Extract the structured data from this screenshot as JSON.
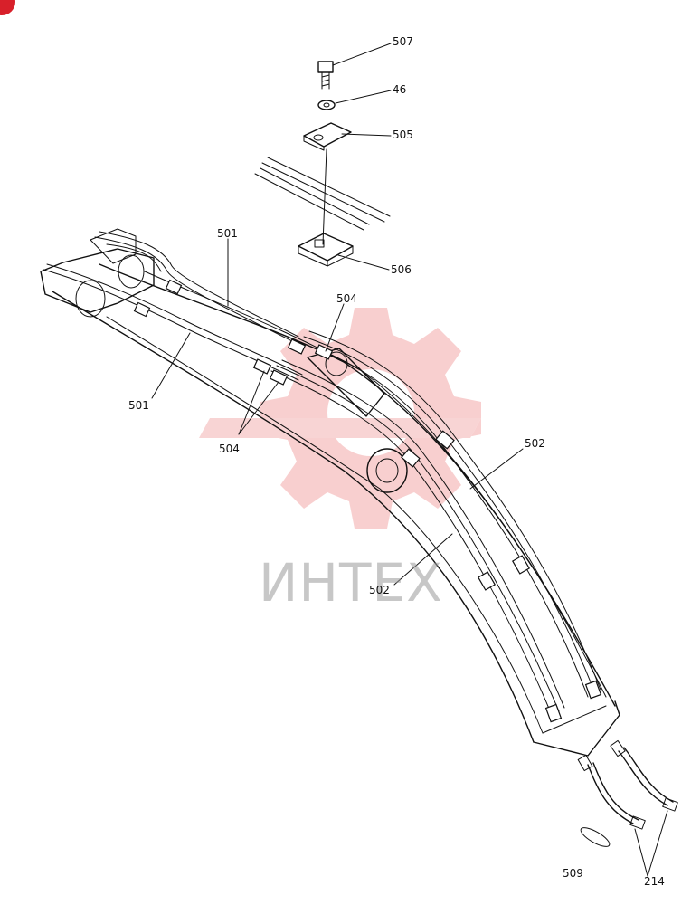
{
  "watermark": {
    "text": "ИНТЕХ",
    "gear_color": "#f3a8a8"
  },
  "corner_badge": {
    "color": "#d8202a"
  },
  "callouts": [
    {
      "id": "507"
    },
    {
      "id": "46"
    },
    {
      "id": "505"
    },
    {
      "id": "506"
    },
    {
      "id": "501"
    },
    {
      "id": "501"
    },
    {
      "id": "504"
    },
    {
      "id": "504"
    },
    {
      "id": "502"
    },
    {
      "id": "502"
    },
    {
      "id": "509"
    },
    {
      "id": "214"
    }
  ]
}
